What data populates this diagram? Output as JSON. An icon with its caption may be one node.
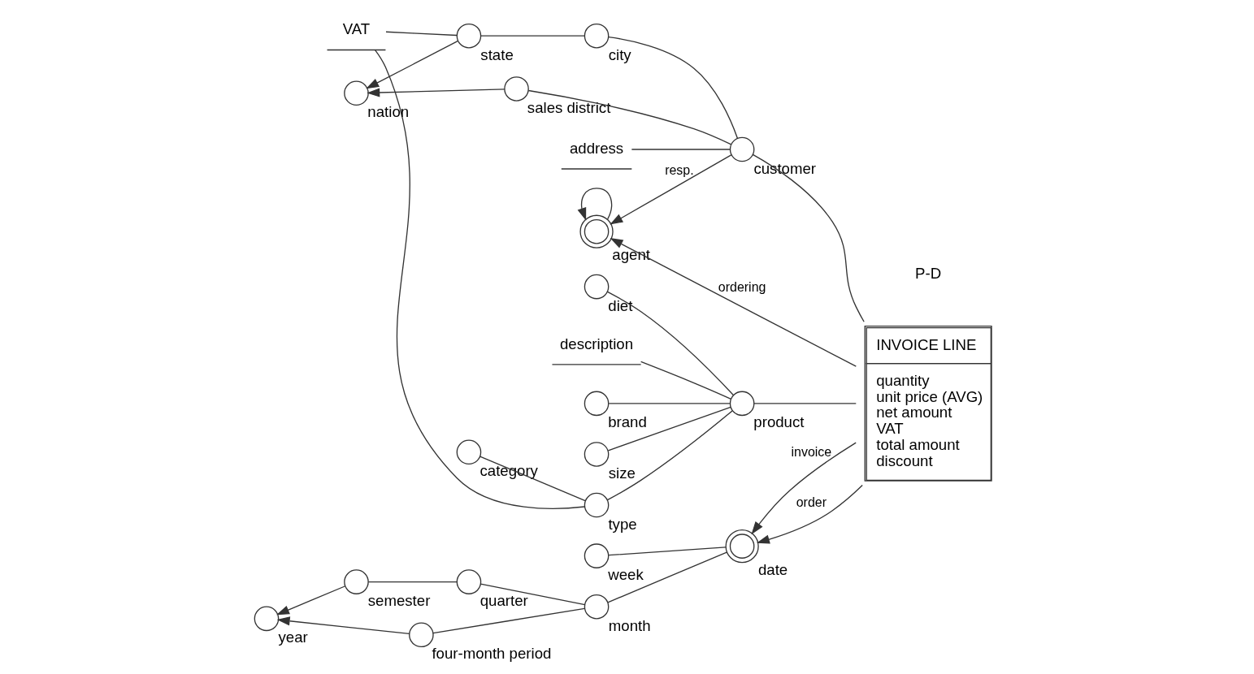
{
  "diagram": {
    "nodes": [
      {
        "text": [],
        "shape": "circle",
        "beside": [
          "category"
        ]
      },
      {
        "text": [],
        "shape": "circle",
        "beside": [
          "type"
        ]
      },
      {
        "text": [
          "description"
        ]
      },
      {
        "text": [],
        "shape": "circle",
        "beside": [
          "brand"
        ]
      },
      {
        "text": [
          "VAT"
        ]
      },
      {
        "text": [],
        "shape": "circle",
        "beside": [
          "size"
        ]
      },
      {
        "text": [],
        "shape": "circle",
        "beside": [
          "product"
        ]
      },
      {
        "text": [],
        "shape": "circle",
        "beside": [
          "diet"
        ]
      },
      {
        "text": [
          "address"
        ]
      },
      {
        "text": [],
        "shape": "circle",
        "beside": [
          "week"
        ]
      },
      {
        "text": [],
        "shape": "circle",
        "beside": [
          "quarter"
        ]
      },
      {
        "text": [],
        "shape": "circle",
        "beside": [
          "semester"
        ]
      },
      {
        "text": [
          "INVOICE LINE",
          "quantity",
          "unit price (AVG)",
          "net amount",
          "VAT",
          "total amount",
          "discount"
        ]
      },
      {
        "text": [],
        "shape": "circle",
        "beside": [
          "city"
        ]
      },
      {
        "text": [],
        "shape": "circle",
        "beside": [
          "date"
        ]
      },
      {
        "text": [],
        "shape": "circle",
        "beside": [
          "month"
        ]
      },
      {
        "text": [],
        "shape": "circle",
        "beside": [
          "year"
        ]
      },
      {
        "text": [],
        "shape": "circle",
        "beside": [
          "nation"
        ]
      },
      {
        "text": [],
        "shape": "circle",
        "beside": [
          "state"
        ]
      },
      {
        "text": [],
        "shape": "circle",
        "beside": [
          "customer"
        ]
      },
      {
        "text": [],
        "shape": "circle",
        "beside": [
          "sales district"
        ]
      },
      {
        "text": [],
        "shape": "circle",
        "beside": [
          "agent"
        ]
      },
      {
        "text": [],
        "shape": "circle",
        "beside": [
          "four-month period"
        ]
      }
    ],
    "edges": [
      {
        "from": 12,
        "to": 6,
        "arrow": "none"
      },
      {
        "from": 6,
        "to": 1,
        "arrow": "none"
      },
      {
        "from": 1,
        "to": 0,
        "arrow": "none"
      },
      {
        "from": 6,
        "to": 2,
        "arrow": "none"
      },
      {
        "from": 6,
        "to": 3,
        "arrow": "none"
      },
      {
        "from": 6,
        "to": 5,
        "arrow": "none"
      },
      {
        "from": 6,
        "to": 7,
        "arrow": "none"
      },
      {
        "from": 1,
        "to": 4,
        "arrow": "none"
      },
      {
        "from": 18,
        "to": 4,
        "arrow": "none"
      },
      {
        "from": 12,
        "to": 14,
        "arrow": "to",
        "label": "invoice"
      },
      {
        "from": 12,
        "to": 14,
        "arrow": "to",
        "label": "order"
      },
      {
        "from": 14,
        "to": 9,
        "arrow": "none"
      },
      {
        "from": 14,
        "to": 15,
        "arrow": "none"
      },
      {
        "from": 15,
        "to": 10,
        "arrow": "none"
      },
      {
        "from": 10,
        "to": 11,
        "arrow": "none"
      },
      {
        "from": 11,
        "to": 16,
        "arrow": "to"
      },
      {
        "from": 15,
        "to": 22,
        "arrow": "none"
      },
      {
        "from": 22,
        "to": 16,
        "arrow": "to"
      },
      {
        "from": 12,
        "to": 19,
        "arrow": "none"
      },
      {
        "from": 19,
        "to": 8,
        "arrow": "none"
      },
      {
        "from": 19,
        "to": 13,
        "arrow": "none"
      },
      {
        "from": 13,
        "to": 18,
        "arrow": "none"
      },
      {
        "from": 18,
        "to": 17,
        "arrow": "to"
      },
      {
        "from": 19,
        "to": 20,
        "arrow": "none"
      },
      {
        "from": 20,
        "to": 17,
        "arrow": "to"
      },
      {
        "from": 19,
        "to": 21,
        "arrow": "to",
        "label": "resp."
      },
      {
        "from": 12,
        "to": 21,
        "arrow": "to",
        "label": "ordering"
      },
      {
        "from": 21,
        "to": 21,
        "arrow": "to"
      }
    ],
    "labels": [
      "P-D"
    ]
  }
}
